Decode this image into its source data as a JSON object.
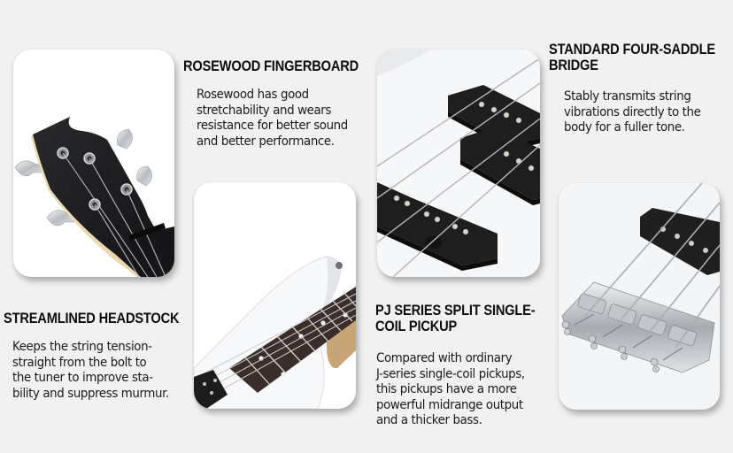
{
  "features": [
    {
      "id": "headstock",
      "title_lines": [
        "STREAMLINED HEADSTOCK"
      ],
      "desc_lines": [
        "Keeps the string tension-",
        "straight from the bolt to",
        "the tuner to improve sta-",
        "bility and suppress murmur."
      ],
      "image": "bass-headstock-photo"
    },
    {
      "id": "fingerboard",
      "title_lines": [
        "ROSEWOOD FINGERBOARD"
      ],
      "desc_lines": [
        "Rosewood has good",
        "stretchability and wears",
        "resistance for better sound",
        "and better performance."
      ],
      "image": "rosewood-fingerboard-photo"
    },
    {
      "id": "pickup",
      "title_lines": [
        "PJ SERIES SPLIT SINGLE-",
        "COIL PICKUP"
      ],
      "desc_lines": [
        "Compared with ordinary",
        "J-series single-coil pickups,",
        "this pickups have a more",
        "powerful midrange output",
        "and a thicker bass."
      ],
      "image": "pj-pickup-photo"
    },
    {
      "id": "bridge",
      "title_lines": [
        "STANDARD FOUR-SADDLE",
        "BRIDGE"
      ],
      "desc_lines": [
        "Stably transmits string",
        "vibrations directly to the",
        "body for a fuller tone."
      ],
      "image": "four-saddle-bridge-photo"
    }
  ],
  "colors": {
    "background": "#f1f1f1",
    "card": "#ffffff",
    "title": "#0d0d0d",
    "body_text": "#1a1a1a",
    "headstock_black": "#1c1c1e",
    "rosewood": "#3a2c28",
    "chrome": "#c9ccd0"
  }
}
